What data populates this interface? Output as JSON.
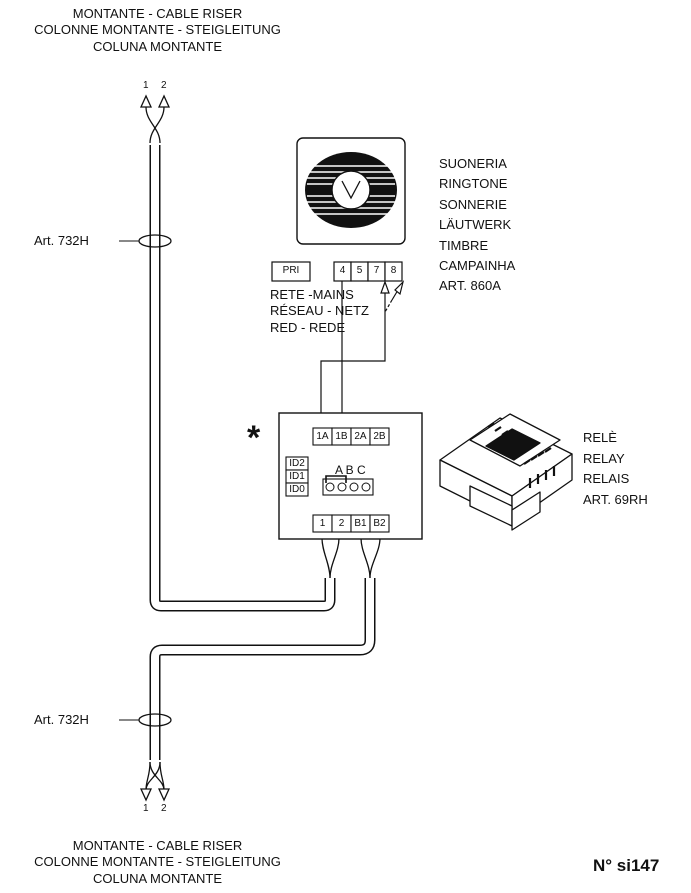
{
  "riser_top": {
    "line1": "MONTANTE - CABLE RISER",
    "line2": "COLONNE MONTANTE - STEIGLEITUNG",
    "line3": "COLUNA MONTANTE"
  },
  "riser_bottom": {
    "line1": "MONTANTE - CABLE RISER",
    "line2": "COLONNE MONTANTE - STEIGLEITUNG",
    "line3": "COLUNA MONTANTE"
  },
  "conductors": {
    "top_1": "1",
    "top_2": "2",
    "bottom_1": "1",
    "bottom_2": "2"
  },
  "cable_label_top": "Art. 732H",
  "cable_label_bottom": "Art. 732H",
  "ringtone": {
    "l1": "SUONERIA",
    "l2": "RINGTONE",
    "l3": "SONNERIE",
    "l4": "LÄUTWERK",
    "l5": "TIMBRE",
    "l6": "CAMPAINHA",
    "l7": "ART. 860A"
  },
  "ringtone_terminals": [
    "4",
    "5",
    "7",
    "8"
  ],
  "mains": {
    "pri": "PRI",
    "l1": "RETE -MAINS",
    "l2": "RÉSEAU - NETZ",
    "l3": "RED - REDE"
  },
  "relay_module": {
    "star": "*",
    "top_terminals": [
      "1A",
      "1B",
      "2A",
      "2B"
    ],
    "bottom_terminals": [
      "1",
      "2",
      "B1",
      "B2"
    ],
    "id_labels": [
      "ID2",
      "ID1",
      "ID0"
    ],
    "jumper_labels": "A B C"
  },
  "relay": {
    "l1": "RELÈ",
    "l2": "RELAY",
    "l3": "RELAIS",
    "l4": "ART. 69RH"
  },
  "drawing_code": "N° si147"
}
